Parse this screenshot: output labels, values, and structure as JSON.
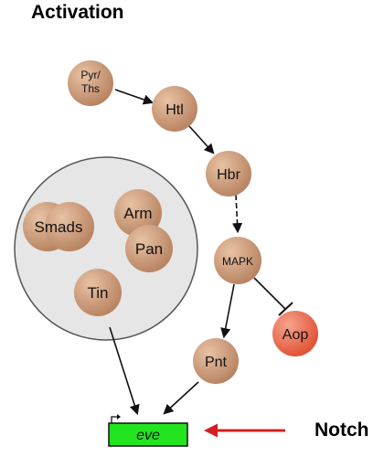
{
  "title": "Activation",
  "colors": {
    "node_fill": "#b88462",
    "node_highlight": "#e8c2a4",
    "aop_fill": "#e05236",
    "aop_highlight": "#f7a48e",
    "complex_fill": "#e6e6e6",
    "complex_stroke": "#555555",
    "gene_fill": "#22e51f",
    "notch_arrow": "#d42020"
  },
  "nodes": {
    "pyr_ths": {
      "line1": "Pyr/",
      "line2": "Ths"
    },
    "htl": "Htl",
    "hbr": "Hbr",
    "mapk": "MAPK",
    "aop": "Aop",
    "pnt": "Pnt"
  },
  "complex": {
    "smads": "Smads",
    "arm": "Arm",
    "pan": "Pan",
    "tin": "Tin"
  },
  "gene": "eve",
  "notch": "Notch"
}
